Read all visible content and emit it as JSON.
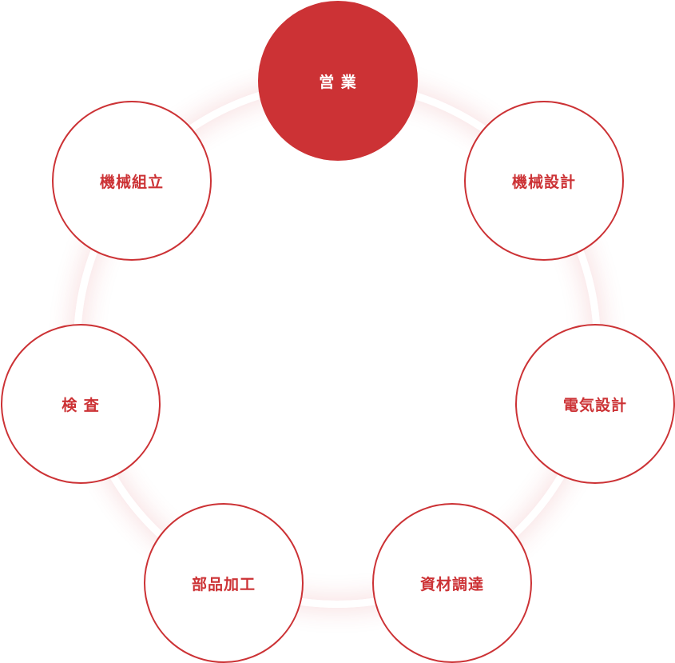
{
  "colors": {
    "accent": "#cc3235",
    "background": "#ffffff"
  },
  "steps": [
    {
      "label": "営 業",
      "active": true
    },
    {
      "label": "機械設計"
    },
    {
      "label": "電気設計"
    },
    {
      "label": "資材調達"
    },
    {
      "label": "部品加工"
    },
    {
      "label": "検 査"
    },
    {
      "label": "機械組立"
    }
  ]
}
